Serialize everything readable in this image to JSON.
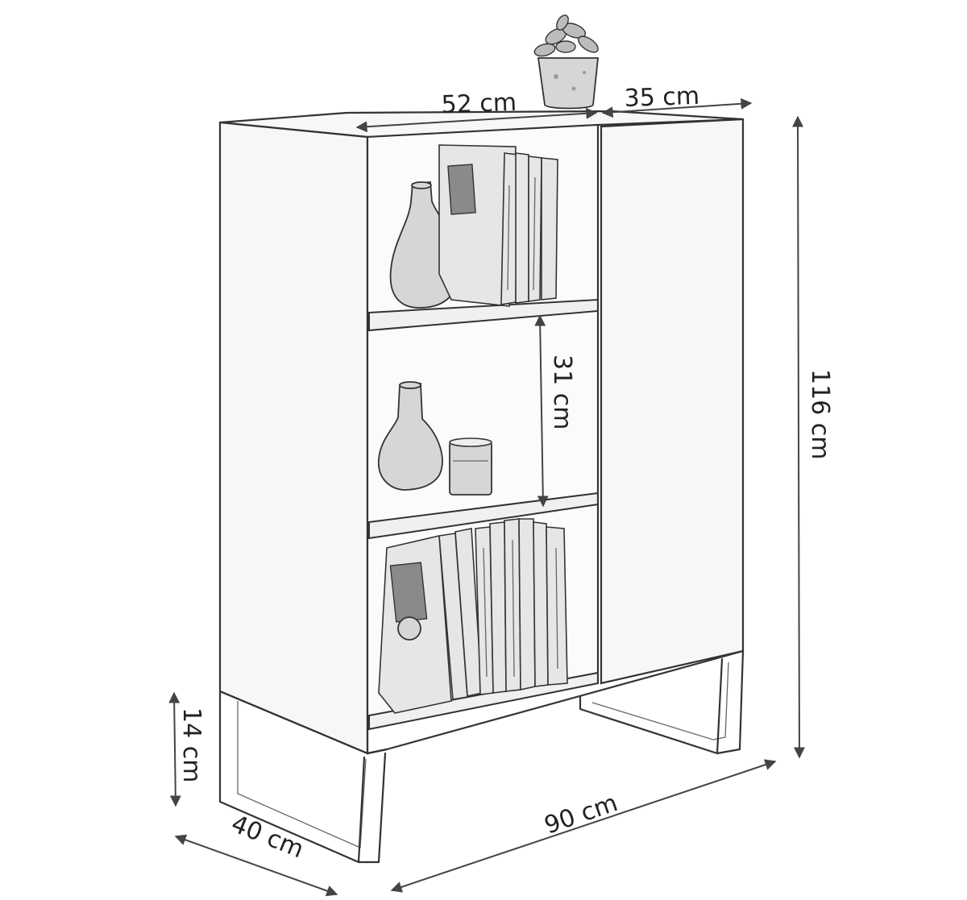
{
  "dimensions": {
    "top_width": "52 cm",
    "door_width": "35 cm",
    "height": "116 cm",
    "shelf_height": "31 cm",
    "leg_height": "14 cm",
    "depth": "40 cm",
    "length": "90 cm"
  }
}
